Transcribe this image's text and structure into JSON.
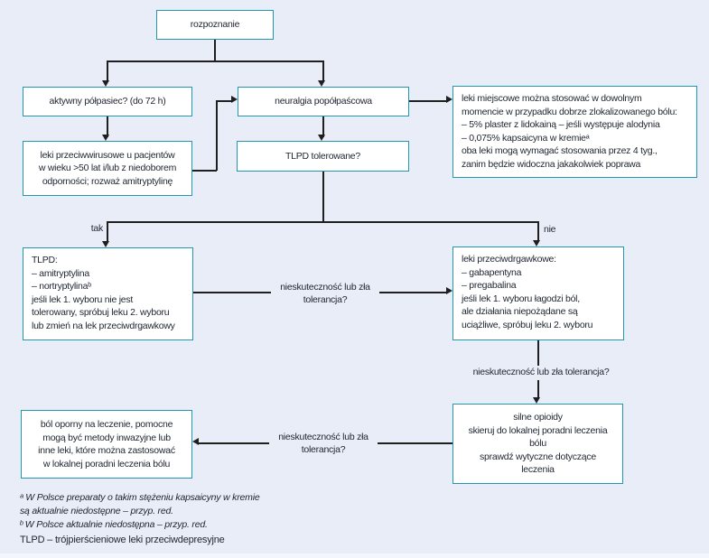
{
  "colors": {
    "background": "#e9edf7",
    "box_border": "#2196ad",
    "box_fill": "#ffffff",
    "text": "#1e2430",
    "connector": "#1f1f1f"
  },
  "nodes": {
    "diagnosis": {
      "text": "rozpoznanie"
    },
    "active_zoster": {
      "text": "aktywny półpasiec? (do 72 h)"
    },
    "postherpetic_neuralgia": {
      "text": "neuralgia popółpaścowa"
    },
    "topical_treatments": {
      "text": "leki miejscowe można stosować w dowolnym\nmomencie w przypadku dobrze zlokalizowanego bólu:\n– 5% plaster z lidokainą – jeśli występuje alodynia\n– 0,075% kapsaicyna w kremieᵃ\noba leki mogą wymagać stosowania przez 4 tyg.,\nzanim będzie widoczna jakakolwiek poprawa"
    },
    "antivirals": {
      "text": "leki przeciwwirusowe u pacjentów\nw wieku >50 lat i/lub z niedoborem\nodporności; rozważ amitryptylinę"
    },
    "tlpd_tolerated": {
      "text": "TLPD tolerowane?"
    },
    "tlpd_drugs": {
      "text": "TLPD:\n– amitryptylina\n– nortryptylinaᵇ\njeśli lek 1. wyboru nie jest\ntolerowany, spróbuj leku 2. wyboru\nlub zmień na lek przeciwdrgawkowy"
    },
    "anticonvulsants": {
      "text": "leki przeciwdrgawkowe:\n– gabapentyna\n– pregabalina\njeśli lek 1. wyboru łagodzi ból,\nale działania niepożądane są\nuciążliwe, spróbuj leku 2. wyboru"
    },
    "strong_opioids": {
      "text": "silne opioidy\nskieruj do lokalnej poradni leczenia\nbólu\nsprawdź wytyczne dotyczące\nleczenia"
    },
    "refractory_pain": {
      "text": "ból oporny na leczenie, pomocne\nmogą być metody inwazyjne lub\ninne leki, które można zastosować\nw lokalnej poradni leczenia bólu"
    }
  },
  "edge_labels": {
    "yes": "tak",
    "no": "nie",
    "failure_mid": "nieskuteczność lub zła\ntolerancja?",
    "failure_right": "nieskuteczność lub zła tolerancja?",
    "failure_bottom": "nieskuteczność lub zła\ntolerancja?"
  },
  "footnotes": {
    "a": "ᵃ W Polsce preparaty o takim stężeniu kapsaicyny w kremie\nsą aktualnie niedostępne – przyp. red.",
    "b": "ᵇ W Polsce aktualnie niedostępna – przyp. red.",
    "abbreviation": "TLPD – trójpierścieniowe leki przeciwdepresyjne"
  }
}
